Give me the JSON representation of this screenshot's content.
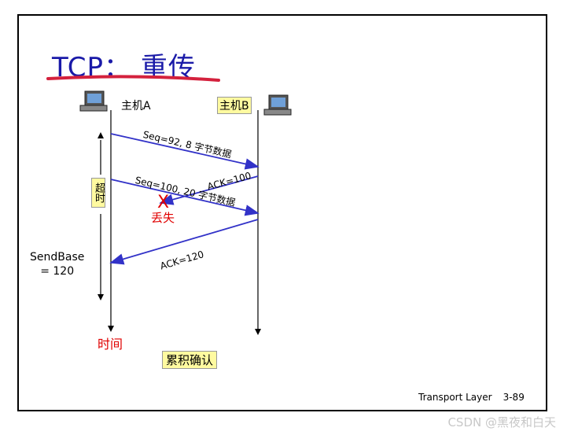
{
  "title": "TCP： 重传",
  "host_a": "主机A",
  "host_b": "主机B",
  "messages": {
    "seq1": "Seq=92, 8 字节数据",
    "ack1": "ACK=100",
    "seq2": "Seq=100, 20 字节数据",
    "ack2": "ACK=120"
  },
  "timeout": "超时",
  "lost": "丢失",
  "sendbase_line1": "SendBase",
  "sendbase_line2": "= 120",
  "time": "时间",
  "cumulative_ack": "累积确认",
  "footer": {
    "course": "Transport Layer",
    "page": "3-89"
  },
  "watermark": "CSDN @黑夜和白天",
  "colors": {
    "title": "#1a1aa8",
    "arrow": "#3232c8",
    "highlight": "#fffaa0",
    "red": "#e00000"
  }
}
